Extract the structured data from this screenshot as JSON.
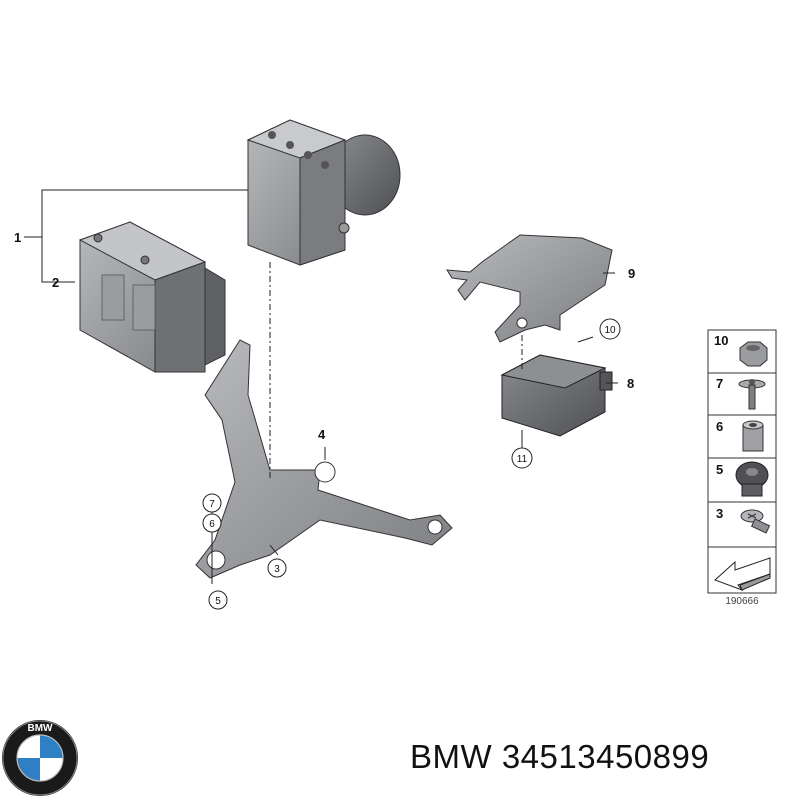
{
  "callouts": {
    "c1": "1",
    "c2": "2",
    "c3": "3",
    "c4": "4",
    "c5": "5",
    "c6": "6",
    "c7": "7",
    "c8": "8",
    "c9": "9",
    "c10": "10",
    "c11": "11"
  },
  "legend": {
    "items": [
      "10",
      "7",
      "6",
      "5",
      "3"
    ],
    "drawing_number": "190666"
  },
  "logo": {
    "letters": "BMW"
  },
  "footer": {
    "brand": "BMW",
    "part_number": "34513450899"
  },
  "colors": {
    "part_gray": "#8e9094",
    "part_dark": "#6b6d71",
    "line": "#222222"
  }
}
